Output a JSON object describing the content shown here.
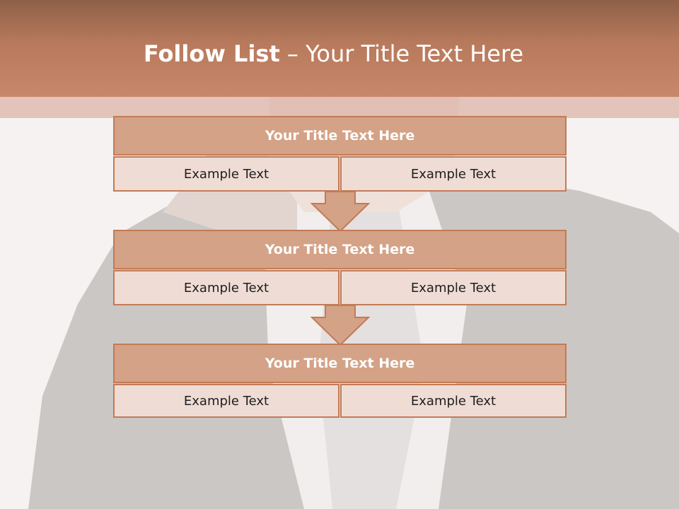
{
  "slide": {
    "title_bold": "Follow List",
    "title_rest": " – Your Title Text Here"
  },
  "steps": [
    {
      "title": "Your Title Text Here",
      "left": "Example Text",
      "right": "Example Text"
    },
    {
      "title": "Your Title Text Here",
      "left": "Example Text",
      "right": "Example Text"
    },
    {
      "title": "Your Title Text Here",
      "left": "Example Text",
      "right": "Example Text"
    }
  ],
  "colors": {
    "header": "#b87a5c",
    "block_title": "#d4a286",
    "block_cell": "#efdcd5",
    "border": "#c27b56"
  }
}
